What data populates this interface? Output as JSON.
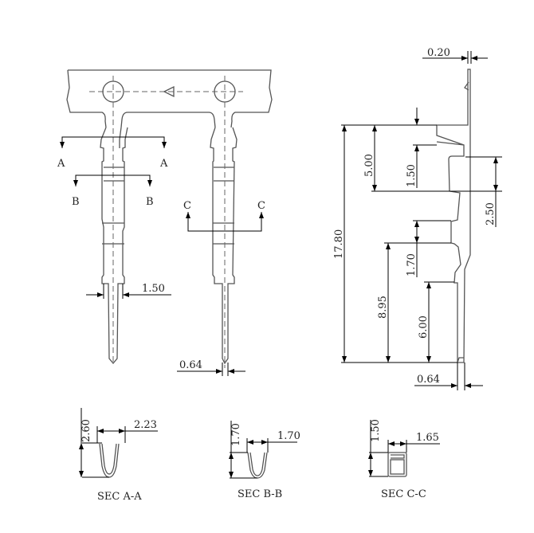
{
  "front_view": {
    "section_marks": [
      "A",
      "A",
      "B",
      "B",
      "C",
      "C"
    ],
    "dims": {
      "pin_shoulder_width": "1.50",
      "pin_width": "0.64"
    }
  },
  "side_view": {
    "dims": {
      "strip_thickness": "0.20",
      "overall_length": "17.80",
      "crimp_length": "5.00",
      "insulation_step": "1.50",
      "wire_barrel": "2.50",
      "contact_step": "1.70",
      "contact_length": "8.95",
      "pin_length": "6.00",
      "pin_thickness": "0.64"
    }
  },
  "sections": [
    {
      "label": "SEC A-A",
      "height": "2.60",
      "width": "2.23"
    },
    {
      "label": "SEC B-B",
      "height": "1.70",
      "width": "1.70"
    },
    {
      "label": "SEC C-C",
      "height": "1.50",
      "width": "1.65"
    }
  ],
  "colors": {
    "outline": "#555555",
    "dimension": "#000000"
  }
}
